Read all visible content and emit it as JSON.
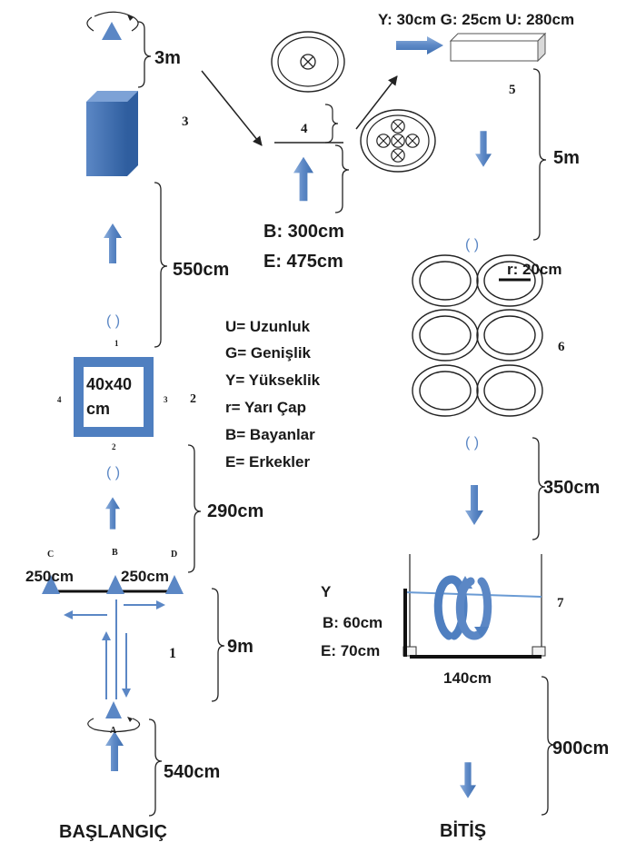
{
  "diagram": {
    "start_label": "BAŞLANGIÇ",
    "finish_label": "BİTİŞ",
    "legend": [
      "U= Uzunluk",
      "G= Genişlik",
      "Y= Yükseklik",
      "r= Yarı Çap",
      "B= Bayanlar",
      "E= Erkekler"
    ],
    "distances": {
      "start_to_a": "540cm",
      "station1_length": "9m",
      "cones_to_square": "290cm",
      "square_to_box": "550cm",
      "box_to_top_cone": "3m",
      "box5_to_rings": "5m",
      "rings_to_hurdle": "350cm",
      "hurdle_to_finish": "900cm",
      "cd_left": "250cm",
      "cd_right": "250cm"
    },
    "station_numbers": [
      "1",
      "2",
      "3",
      "4",
      "5",
      "6",
      "7"
    ],
    "point_labels": [
      "A",
      "B",
      "C",
      "D"
    ],
    "square": {
      "size_line1": "40x40",
      "size_line2": "cm",
      "side_labels": [
        "1",
        "2",
        "3",
        "4"
      ]
    },
    "station4": {
      "b_height": "B: 300cm",
      "e_height": "E: 475cm"
    },
    "station5": {
      "dims": "Y: 30cm G: 25cm U: 280cm"
    },
    "station6": {
      "radius": "r: 20cm"
    },
    "station7": {
      "y_label": "Y",
      "b_height": "B: 60cm",
      "e_height": "E: 70cm",
      "width": "140cm"
    },
    "colors": {
      "arrow_blue": "#5b87c5",
      "box_blue": "#3f6fb0",
      "line_dark": "#222222"
    }
  }
}
